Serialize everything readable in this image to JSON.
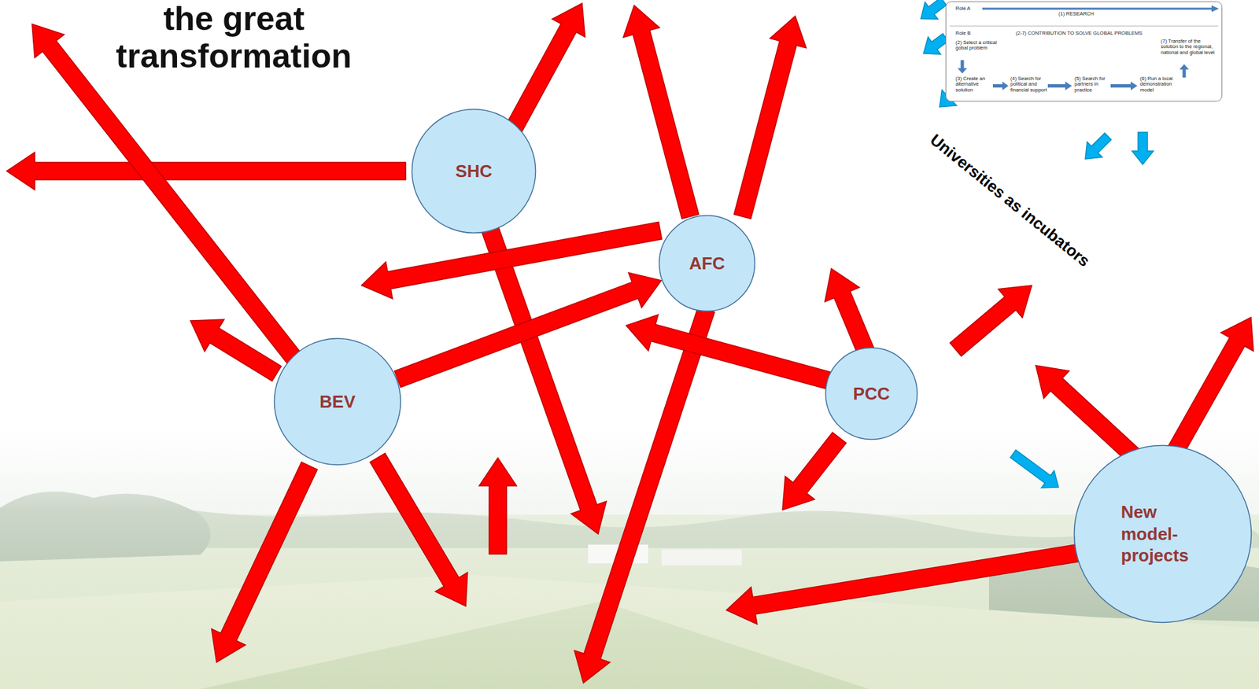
{
  "diagram": {
    "title": "the great transformation",
    "nodes": [
      {
        "text": [
          "SHC"
        ]
      },
      {
        "text": [
          "Role A",
          "(1) RESEARCH",
          "Role B",
          "(2-7) CONTRIBUTION TO SOLVE GLOBAL PROBLEMS",
          "(2) Select a critical gobal problem",
          "(7) Transfer of the solution to the regional, national and global level",
          "(3) Create an alternative solution",
          "(4) Search for political and financial support",
          "(5) Search for partners in practice",
          "(6) Run a local demonstration model"
        ]
      },
      {
        "text": [
          "AFC"
        ]
      },
      {
        "text": [
          "BEV"
        ]
      },
      {
        "text": [
          "PCC"
        ]
      },
      {
        "text": [
          "New model-projects"
        ]
      }
    ],
    "edges": [
      {
        "from": 3,
        "to": 2,
        "arrow": "to"
      }
    ],
    "labels": [
      "Universities as incubators"
    ]
  }
}
